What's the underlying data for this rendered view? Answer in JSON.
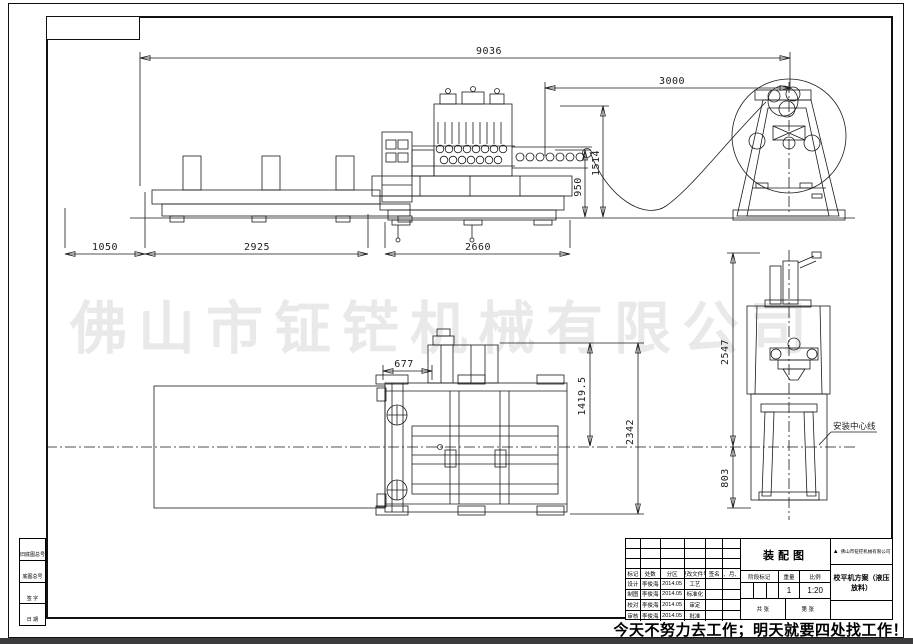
{
  "watermark": "佛山市钲铓机械有限公司",
  "slogan": "今天不努力去工作；明天就要四处找工作！",
  "dims": {
    "total_length": "9036",
    "decoiler_span": "3000",
    "machine_height": "1514",
    "pass_height": "950",
    "left_offset": "1050",
    "table_length": "2925",
    "machine_length": "2660",
    "plan_offset": "677",
    "plan_half_width": "1419.5",
    "plan_width": "2342",
    "decoiler_height": "2547",
    "base_height": "803"
  },
  "labels": {
    "install_centerline": "安装中心线"
  },
  "title_block": {
    "drawing_type": "装配图",
    "company": "佛山市钲铓机械有限公司",
    "product": "校平机方案（液压放料）",
    "rev_headers": [
      "标记",
      "处数",
      "分区",
      "更改文件号",
      "签名",
      "年、月、日"
    ],
    "sign_rows": [
      {
        "role": "设计",
        "name": "李俊海",
        "date": "2014.05",
        "right": "工艺"
      },
      {
        "role": "制图",
        "name": "李俊海",
        "date": "2014.05",
        "right": "标准化"
      },
      {
        "role": "校对",
        "name": "李俊海",
        "date": "2014.05",
        "right": "审定"
      },
      {
        "role": "审核",
        "name": "李俊海",
        "date": "2014.05",
        "right": "批准"
      }
    ],
    "stage_label": "阶段标记",
    "weight_label": "重量",
    "scale_label": "比例",
    "weight_value": "1",
    "scale_value": "1:20",
    "sheet_total": "共 张",
    "sheet_no": "第 张",
    "left_edge_labels": [
      "旧底图总号",
      "底图总号",
      "签 字",
      "日 期"
    ]
  }
}
